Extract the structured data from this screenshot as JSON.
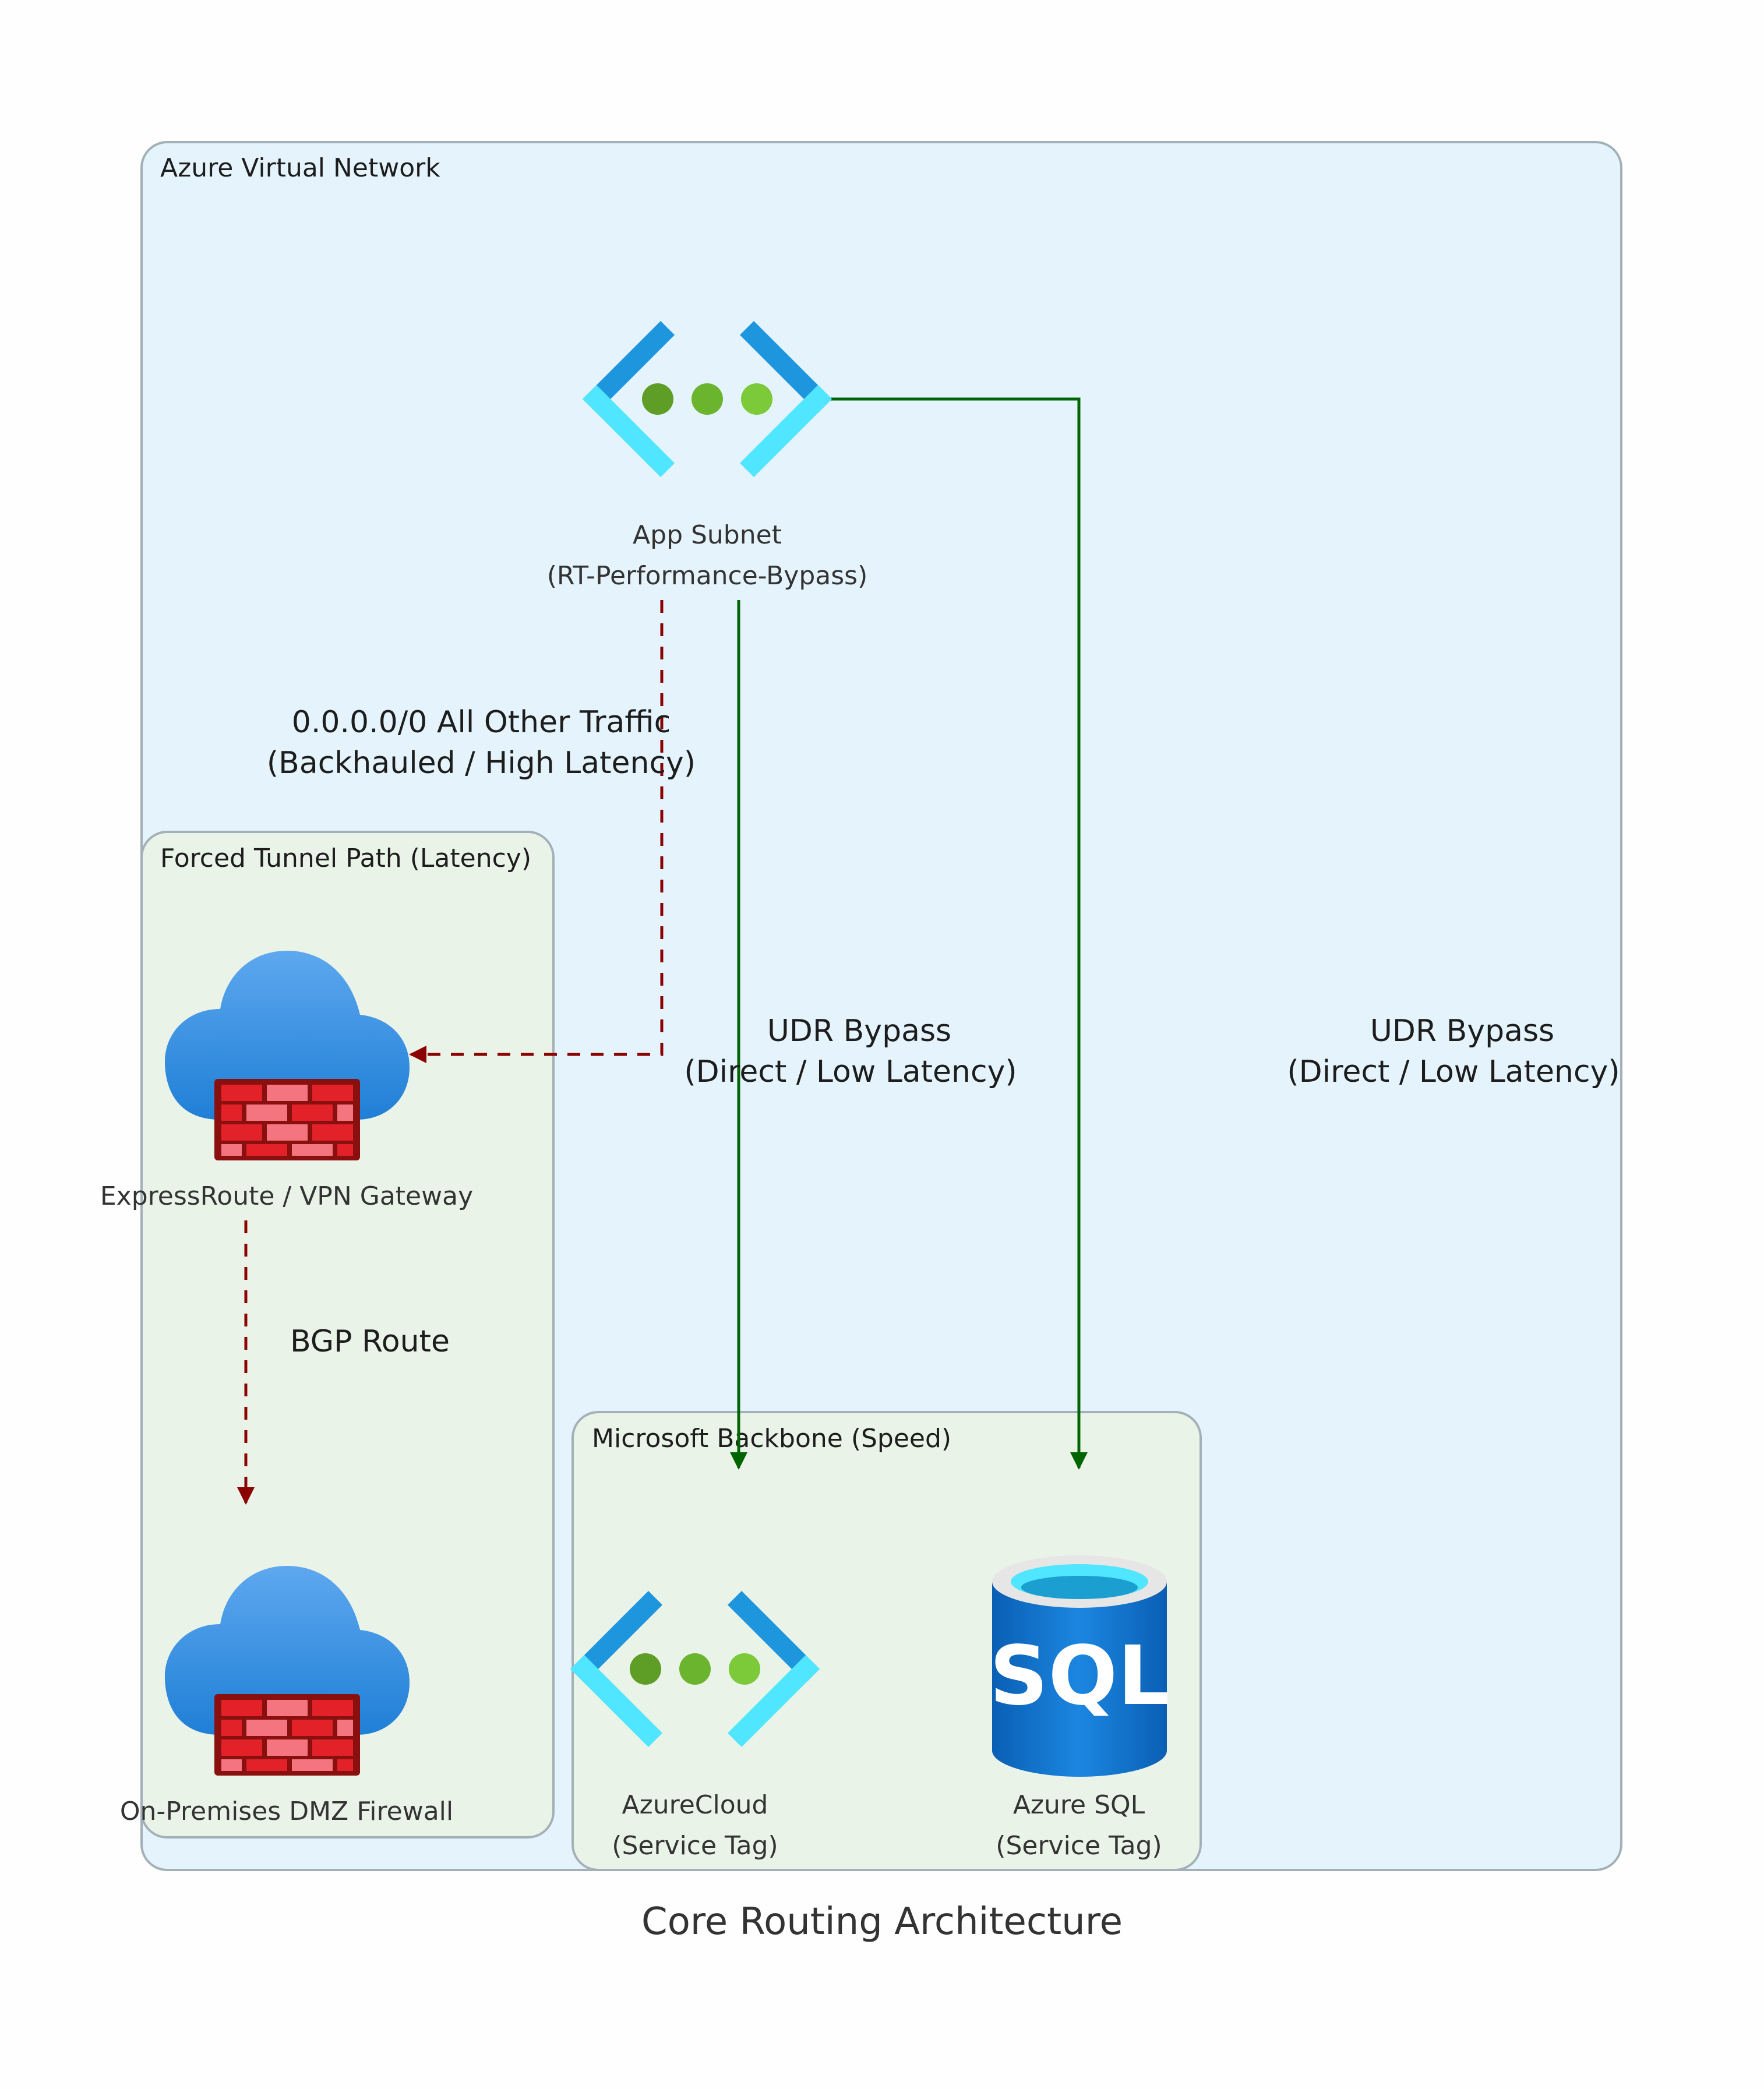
{
  "clusters": {
    "vnet": "Azure Virtual Network",
    "forced": "Forced Tunnel Path (Latency)",
    "backbone": "Microsoft Backbone (Speed)"
  },
  "nodes": {
    "app_subnet": {
      "line1": "App Subnet",
      "line2": "(RT-Performance-Bypass)",
      "icon": "subnet-icon"
    },
    "gateway": {
      "line1": "ExpressRoute / VPN Gateway",
      "icon": "cloud-firewall-icon"
    },
    "dmz": {
      "line1": "On-Premises DMZ Firewall",
      "icon": "cloud-firewall-icon"
    },
    "azurecloud": {
      "line1": "AzureCloud",
      "line2": "(Service Tag)",
      "icon": "service-tag-icon"
    },
    "azuresql": {
      "line1": "Azure SQL",
      "line2": "(Service Tag)",
      "icon": "sql-database-icon"
    }
  },
  "edges": {
    "forced": {
      "line1": "0.0.0.0/0 All Other Traffic",
      "line2": "(Backhauled / High Latency)",
      "color": "#8b0000"
    },
    "bgp": {
      "line1": "BGP Route",
      "color": "#8b0000"
    },
    "bypass_cloud": {
      "line1": "UDR Bypass",
      "line2": "(Direct / Low Latency)",
      "color": "#006400"
    },
    "bypass_sql": {
      "line1": "UDR Bypass",
      "line2": "(Direct / Low Latency)",
      "color": "#006400"
    }
  },
  "caption": "Core Routing Architecture",
  "colors": {
    "vnet_fill": "#e5f4fc",
    "cluster_fill": "#eaf3e8",
    "border": "#a4b0b8",
    "icon_blue": "#1e96de",
    "icon_cyan": "#50e6ff",
    "icon_green": "#6bb42e",
    "cloud_blue": "#3d9ae8",
    "firewall_red": "#d42028",
    "sql_blue": "#0a6fc9"
  }
}
